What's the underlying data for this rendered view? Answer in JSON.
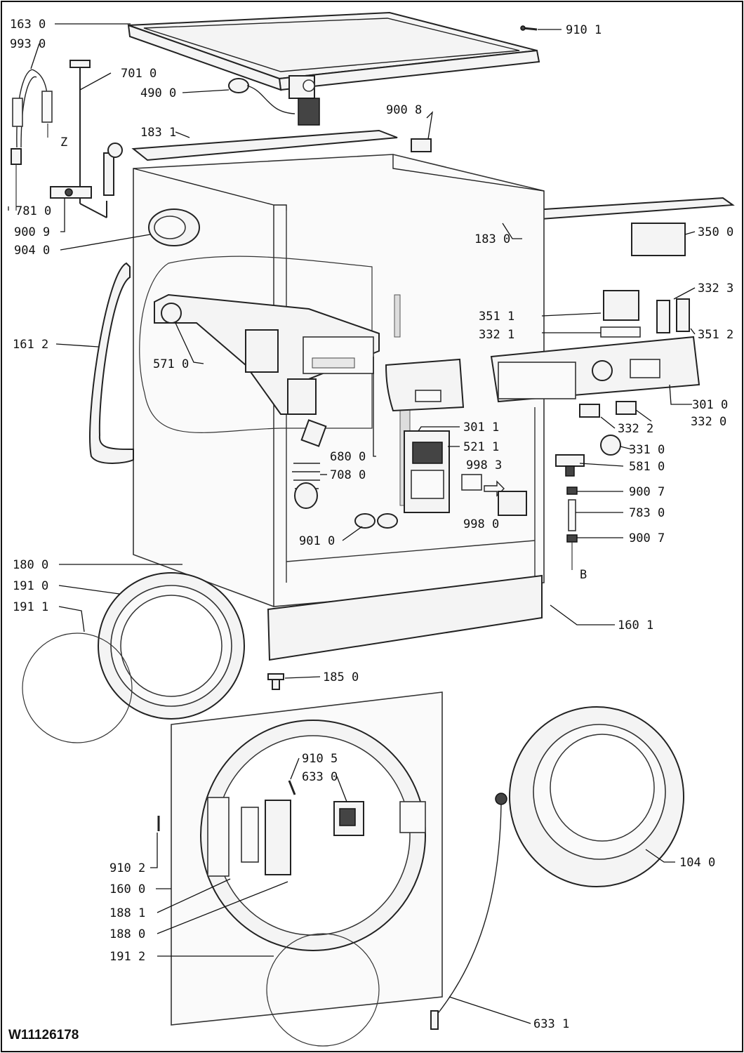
{
  "document_id": "W11126178",
  "callouts": {
    "c163_0": "163 0",
    "c993_0": "993 0",
    "c701_0": "701 0",
    "c490_0": "490 0",
    "c910_1": "910 1",
    "c900_8": "900 8",
    "c183_1": "183 1",
    "c781_0": "781 0",
    "c900_9": "900 9",
    "c904_0": "904 0",
    "c183_0": "183 0",
    "c350_0": "350 0",
    "c332_3": "332 3",
    "c351_1": "351 1",
    "c332_1": "332 1",
    "c351_2": "351 2",
    "c161_2": "161 2",
    "c571_0": "571 0",
    "c301_0": "301 0",
    "c301_1": "301 1",
    "c521_1": "521 1",
    "c332_2": "332 2",
    "c332_0": "332 0",
    "c331_0": "331 0",
    "c680_0": "680 0",
    "c708_0": "708 0",
    "c998_3": "998 3",
    "c581_0": "581 0",
    "c900_7a": "900 7",
    "c783_0": "783 0",
    "c998_0": "998 0",
    "c901_0": "901 0",
    "c900_7b": "900 7",
    "c180_0": "180 0",
    "c191_0": "191 0",
    "c191_1": "191 1",
    "c160_1": "160 1",
    "c185_0": "185 0",
    "c910_5": "910 5",
    "c633_0": "633 0",
    "c910_2": "910 2",
    "c160_0": "160 0",
    "c188_1": "188 1",
    "c188_0": "188 0",
    "c191_2": "191 2",
    "c104_0": "104 0",
    "c633_1": "633 1"
  },
  "markers": {
    "z": "Z",
    "b": "B"
  }
}
